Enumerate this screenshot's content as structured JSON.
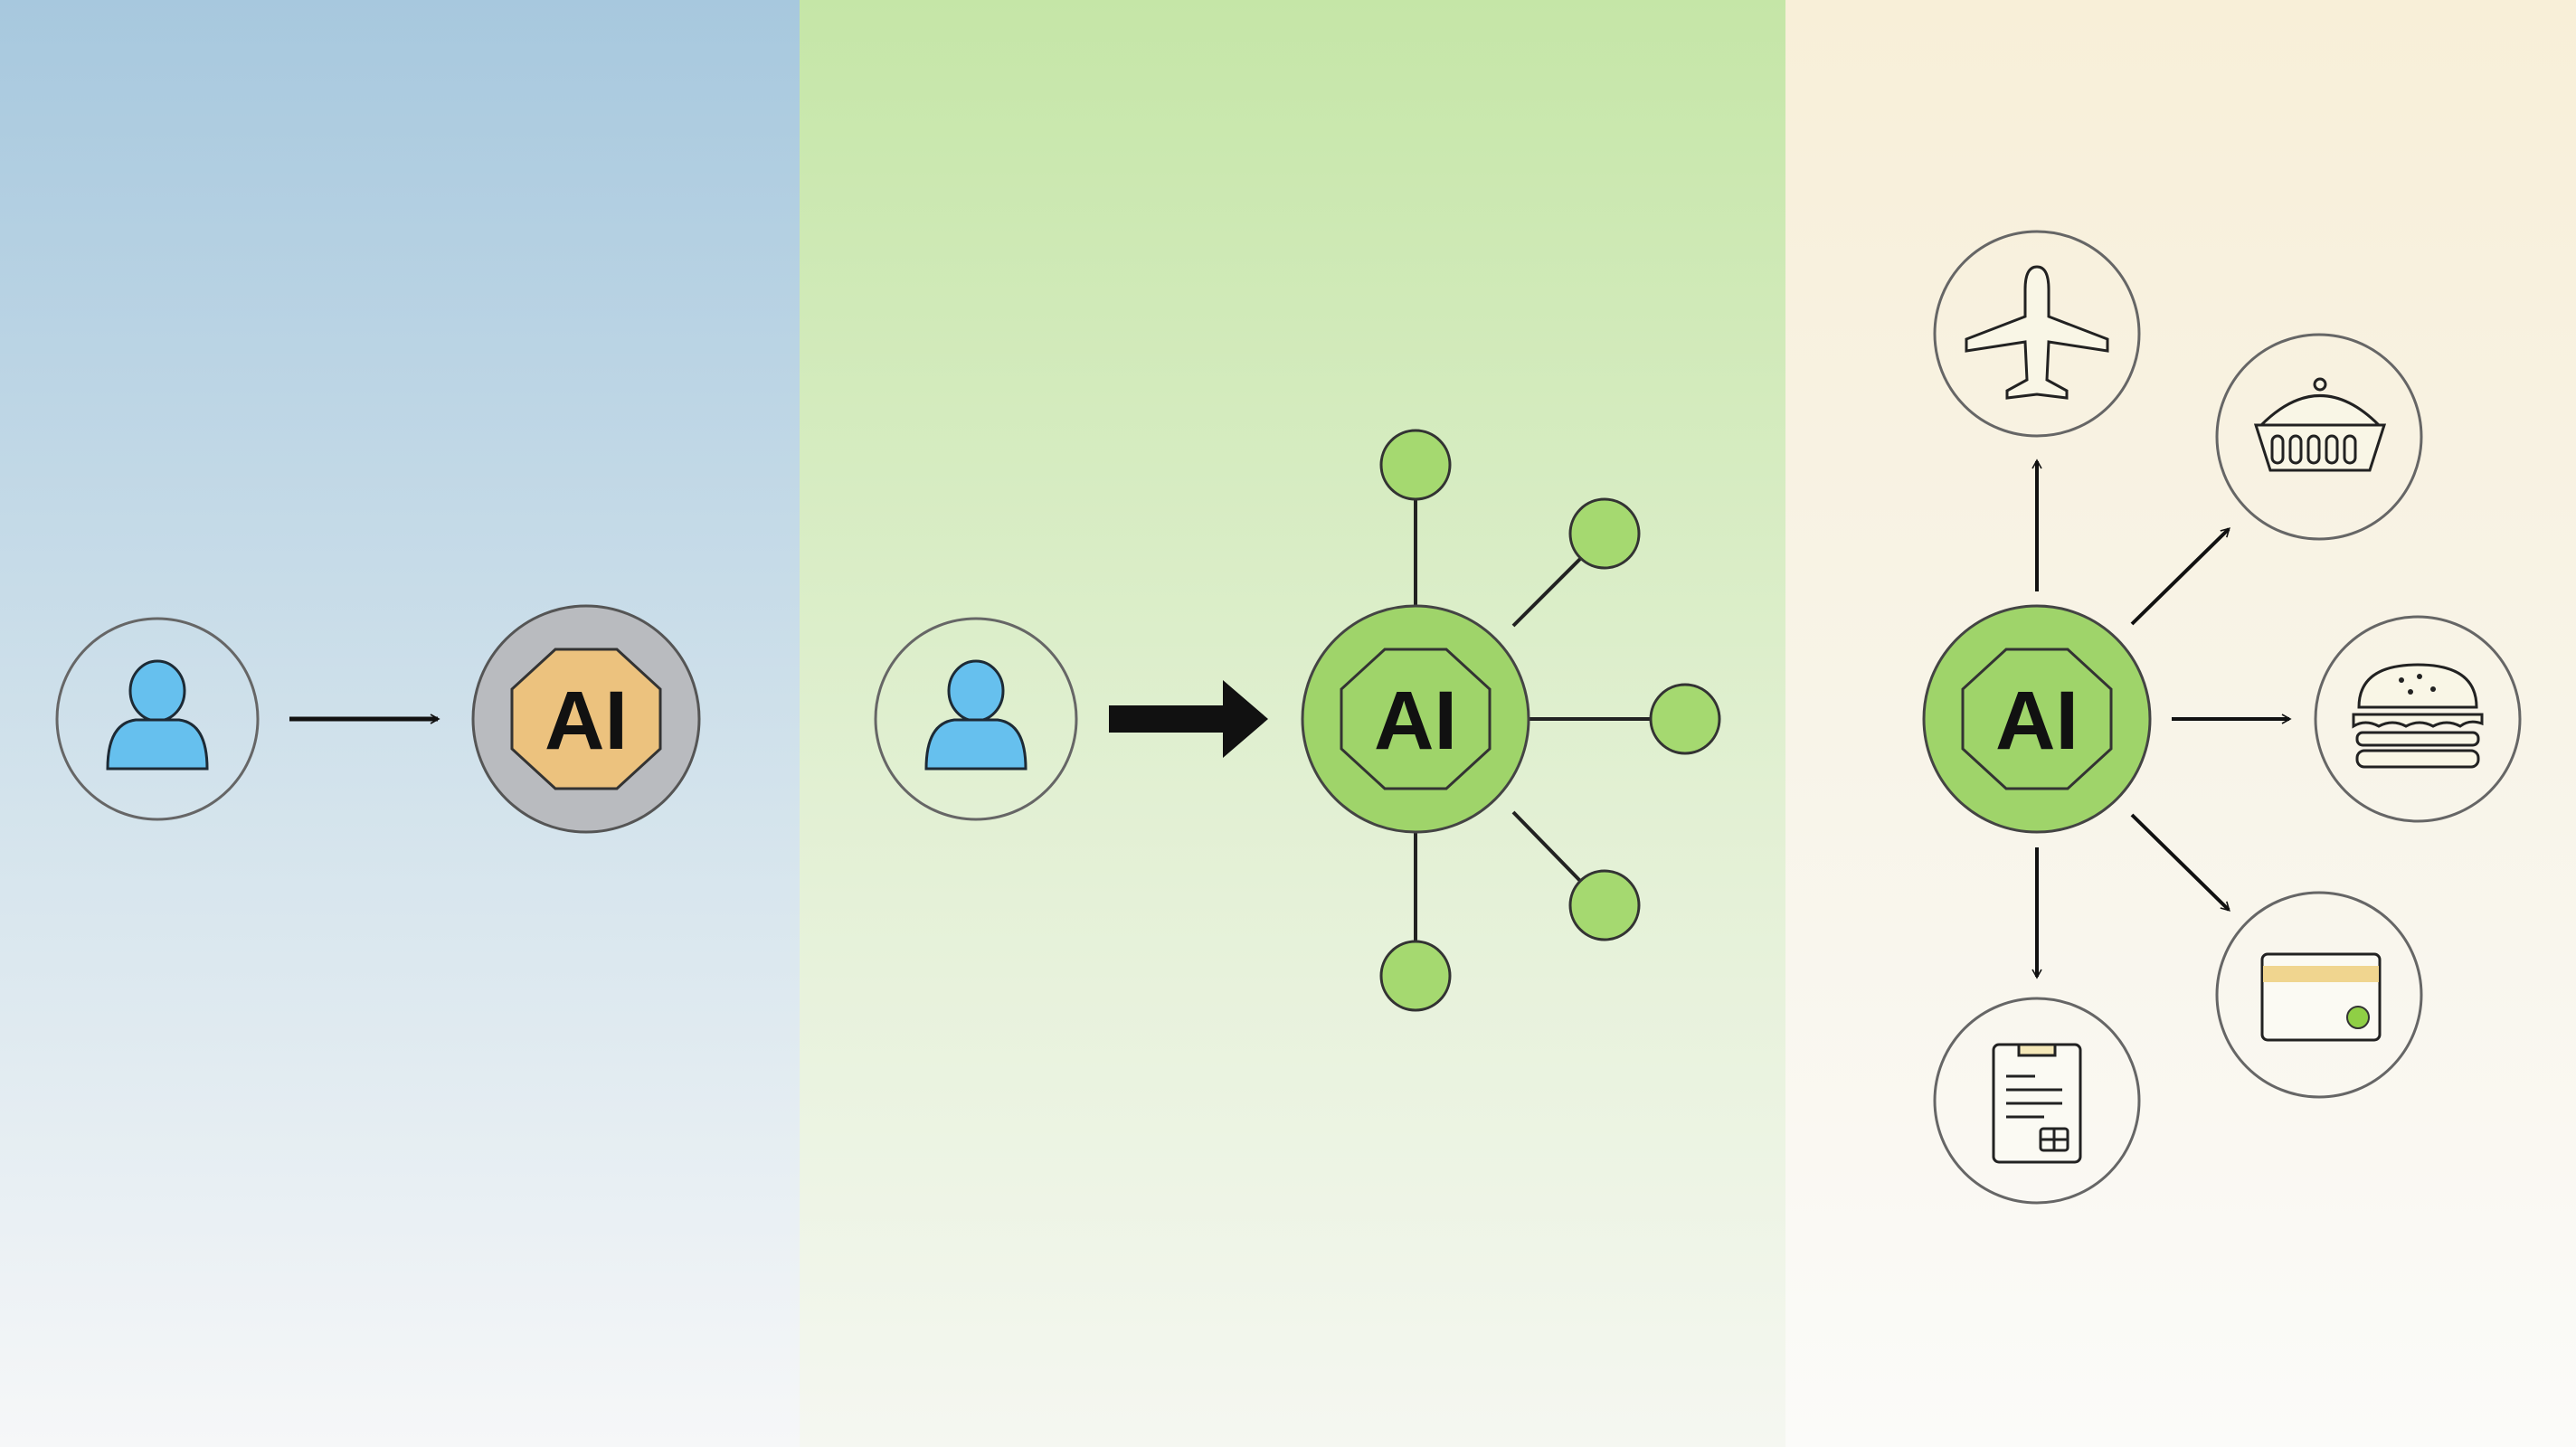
{
  "panels": [
    {
      "ai_label": "AI",
      "colors": {
        "bg_top": "#a7c8de",
        "bg_bottom": "#f5f7f8",
        "ai_ring": "#b9bbbf",
        "ai_chip": "#ecc27e",
        "person": "#66c0ee"
      }
    },
    {
      "ai_label": "AI",
      "colors": {
        "bg_top": "#c5e6a7",
        "bg_bottom": "#f4f6f0",
        "ai_fill": "#9fd46a",
        "node": "#a5d970"
      }
    },
    {
      "ai_label": "AI",
      "colors": {
        "bg_top": "#f8efd8",
        "bg_bottom": "#fafaf8",
        "ai_fill": "#9fd46a"
      },
      "services": [
        "airplane-icon",
        "basket-icon",
        "burger-icon",
        "credit-card-icon",
        "document-icon"
      ]
    }
  ]
}
